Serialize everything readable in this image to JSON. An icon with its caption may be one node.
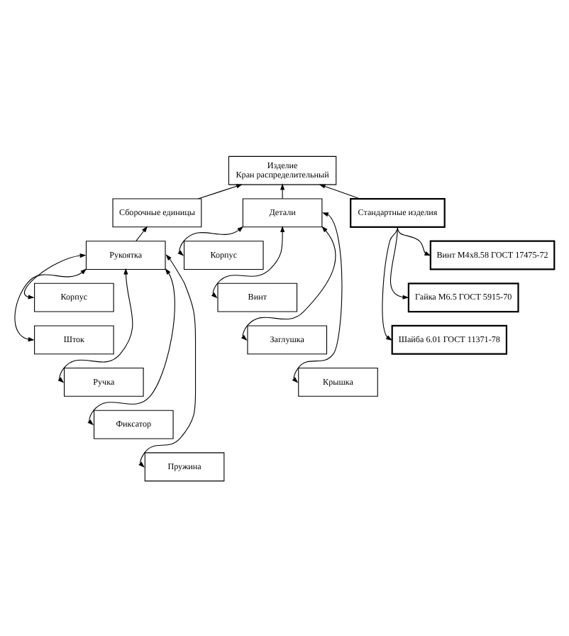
{
  "diagram": {
    "nodes": [
      {
        "text": [
          "Изделие",
          "Кран распределительный"
        ]
      },
      {
        "text": [
          "Сборочные единицы"
        ]
      },
      {
        "text": [
          "Детали"
        ]
      },
      {
        "text": [
          "Стандартные изделия"
        ]
      },
      {
        "text": [
          "Рукоятка"
        ]
      },
      {
        "text": [
          "Корпус"
        ]
      },
      {
        "text": [
          "Шток"
        ]
      },
      {
        "text": [
          "Ручка"
        ]
      },
      {
        "text": [
          "Фиксатор"
        ]
      },
      {
        "text": [
          "Пружина"
        ]
      },
      {
        "text": [
          "Корпус"
        ]
      },
      {
        "text": [
          "Винт"
        ]
      },
      {
        "text": [
          "Заглушка"
        ]
      },
      {
        "text": [
          "Крышка"
        ]
      },
      {
        "text": [
          "Винт М4х8.58 ГОСТ 17475-72"
        ]
      },
      {
        "text": [
          "Гайка М6.5 ГОСТ 5915-70"
        ]
      },
      {
        "text": [
          "Шайба 6.01 ГОСТ 11371-78"
        ]
      }
    ],
    "edges": [
      {
        "from": 1,
        "to": 0,
        "arrow": "to"
      },
      {
        "from": 2,
        "to": 0,
        "arrow": "to"
      },
      {
        "from": 3,
        "to": 0,
        "arrow": "to"
      },
      {
        "from": 4,
        "to": 1,
        "arrow": "to"
      },
      {
        "from": 4,
        "to": 5,
        "arrow": "both"
      },
      {
        "from": 4,
        "to": 6,
        "arrow": "both"
      },
      {
        "from": 4,
        "to": 7,
        "arrow": "both"
      },
      {
        "from": 4,
        "to": 8,
        "arrow": "both"
      },
      {
        "from": 4,
        "to": 9,
        "arrow": "both"
      },
      {
        "from": 2,
        "to": 10,
        "arrow": "both"
      },
      {
        "from": 2,
        "to": 11,
        "arrow": "both"
      },
      {
        "from": 2,
        "to": 12,
        "arrow": "both"
      },
      {
        "from": 2,
        "to": 13,
        "arrow": "both"
      },
      {
        "from": 3,
        "to": 14,
        "arrow": "to"
      },
      {
        "from": 3,
        "to": 15,
        "arrow": "to"
      },
      {
        "from": 3,
        "to": 16,
        "arrow": "to"
      }
    ]
  }
}
